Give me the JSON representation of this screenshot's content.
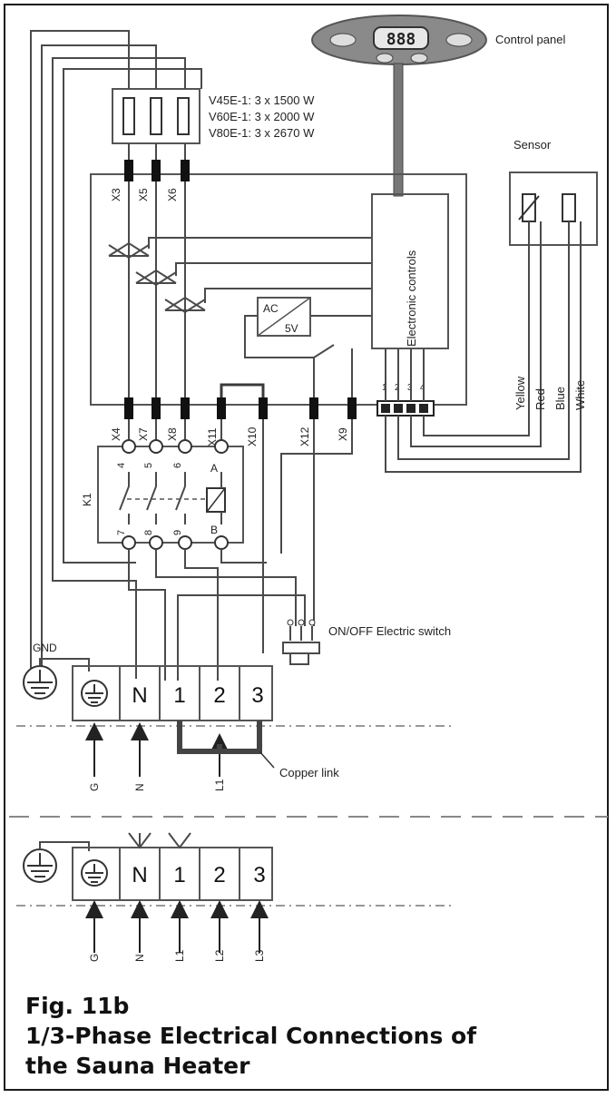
{
  "control_panel": {
    "title": "Control panel",
    "display": "888"
  },
  "heater_ratings": [
    "V45E-1: 3 x 1500 W",
    "V60E-1: 3 x 2000 W",
    "V80E-1: 3 x 2670 W"
  ],
  "sensor": {
    "title": "Sensor",
    "wire_colors": [
      "Yellow",
      "Red",
      "Blue",
      "White"
    ]
  },
  "electronic_controls": "Electronic controls",
  "power_supply": {
    "ac": "AC",
    "dc": "5V"
  },
  "connectors_top": [
    "X3",
    "X5",
    "X6"
  ],
  "connectors_bottom": [
    "X4",
    "X7",
    "X8",
    "X11",
    "X10",
    "X12",
    "X9"
  ],
  "sensor_terminals": [
    "1",
    "2",
    "3",
    "4"
  ],
  "contactor": {
    "name": "K1",
    "top_pins": [
      "4",
      "5",
      "6",
      "A"
    ],
    "bottom_pins": [
      "7",
      "8",
      "9",
      "B"
    ]
  },
  "switch_label": "ON/OFF Electric switch",
  "gnd_label": "GND",
  "terminal_block_1": {
    "terminals": [
      "N",
      "1",
      "2",
      "3"
    ],
    "feeds": [
      "G",
      "N",
      "L1"
    ],
    "link_label": "Copper link"
  },
  "terminal_block_2": {
    "terminals": [
      "N",
      "1",
      "2",
      "3"
    ],
    "feeds": [
      "G",
      "N",
      "L1",
      "L2",
      "L3"
    ]
  },
  "caption": {
    "figure": "Fig. 11b",
    "line1": "1/3-Phase Electrical Connections of",
    "line2": "the Sauna Heater"
  }
}
